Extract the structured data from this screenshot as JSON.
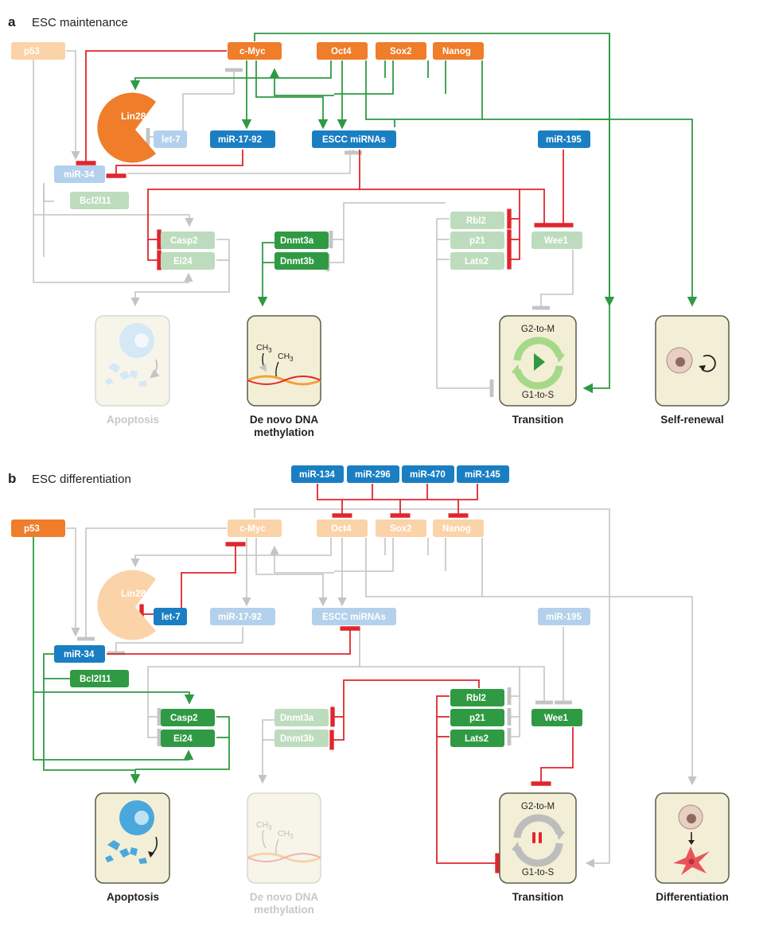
{
  "colors": {
    "orange": "#ef7d2a",
    "orange_faded": "#fbd3a8",
    "blue": "#1a7fc2",
    "blue_faded": "#b3d1ec",
    "green": "#2f9a43",
    "green_faded": "#bddcbd",
    "red": "#e0262d",
    "gray_line": "#c4c4c4",
    "outcome_box": "#f3efd6",
    "outcome_box_border": "#5b5b4a"
  },
  "panel_a": {
    "letter": "a",
    "title": "ESC maintenance",
    "nodes": {
      "p53": "p53",
      "cmyc": "c-Myc",
      "oct4": "Oct4",
      "sox2": "Sox2",
      "nanog": "Nanog",
      "lin28": "Lin28",
      "let7": "let-7",
      "mir1792": "miR-17-92",
      "escc": "ESCC miRNAs",
      "mir195": "miR-195",
      "mir34": "miR-34",
      "bcl2l11": "Bcl2l11",
      "casp2": "Casp2",
      "ei24": "Ei24",
      "dnmt3a": "Dnmt3a",
      "dnmt3b": "Dnmt3b",
      "rbl2": "Rbl2",
      "p21": "p21",
      "lats2": "Lats2",
      "wee1": "Wee1"
    },
    "outcomes": {
      "apoptosis": "Apoptosis",
      "methylation_line1": "De novo DNA",
      "methylation_line2": "methylation",
      "transition": "Transition",
      "self_renewal": "Self-renewal"
    },
    "cycle": {
      "top": "G2-to-M",
      "bottom": "G1-to-S"
    }
  },
  "panel_b": {
    "letter": "b",
    "title": "ESC differentiation",
    "nodes": {
      "mir134": "miR-134",
      "mir296": "miR-296",
      "mir470": "miR-470",
      "mir145": "miR-145",
      "p53": "p53",
      "cmyc": "c-Myc",
      "oct4": "Oct4",
      "sox2": "Sox2",
      "nanog": "Nanog",
      "lin28": "Lin28",
      "let7": "let-7",
      "mir1792": "miR-17-92",
      "escc": "ESCC miRNAs",
      "mir195": "miR-195",
      "mir34": "miR-34",
      "bcl2l11": "Bcl2l11",
      "casp2": "Casp2",
      "ei24": "Ei24",
      "dnmt3a": "Dnmt3a",
      "dnmt3b": "Dnmt3b",
      "rbl2": "Rbl2",
      "p21": "p21",
      "lats2": "Lats2",
      "wee1": "Wee1"
    },
    "outcomes": {
      "apoptosis": "Apoptosis",
      "methylation_line1": "De novo DNA",
      "methylation_line2": "methylation",
      "transition": "Transition",
      "differentiation": "Differentiation"
    },
    "cycle": {
      "top": "G2-to-M",
      "bottom": "G1-to-S"
    }
  },
  "ch3_label": "CH",
  "ch3_sub": "3"
}
